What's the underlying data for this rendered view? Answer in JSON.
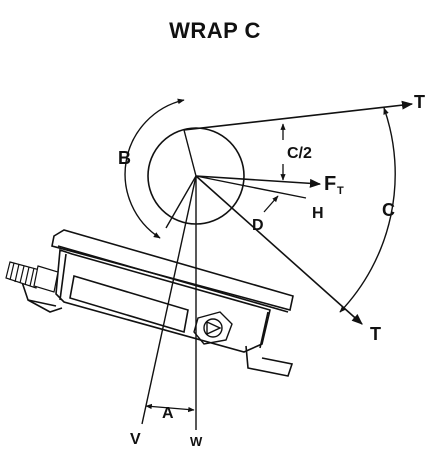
{
  "title": "WRAP C",
  "labels": {
    "tension_upper": "T",
    "tension_lower": "T",
    "wrap_angle": "C",
    "half_wrap_angle": "C/2",
    "resultant_force": "F",
    "resultant_force_subscript": "T",
    "horizontal_ref": "H",
    "force_angle": "D",
    "roller_angle": "B",
    "mount_angle": "A",
    "vertical_ref": "V",
    "weight_ref": "W"
  },
  "colors": {
    "line": "#111111",
    "background": "#ffffff"
  }
}
